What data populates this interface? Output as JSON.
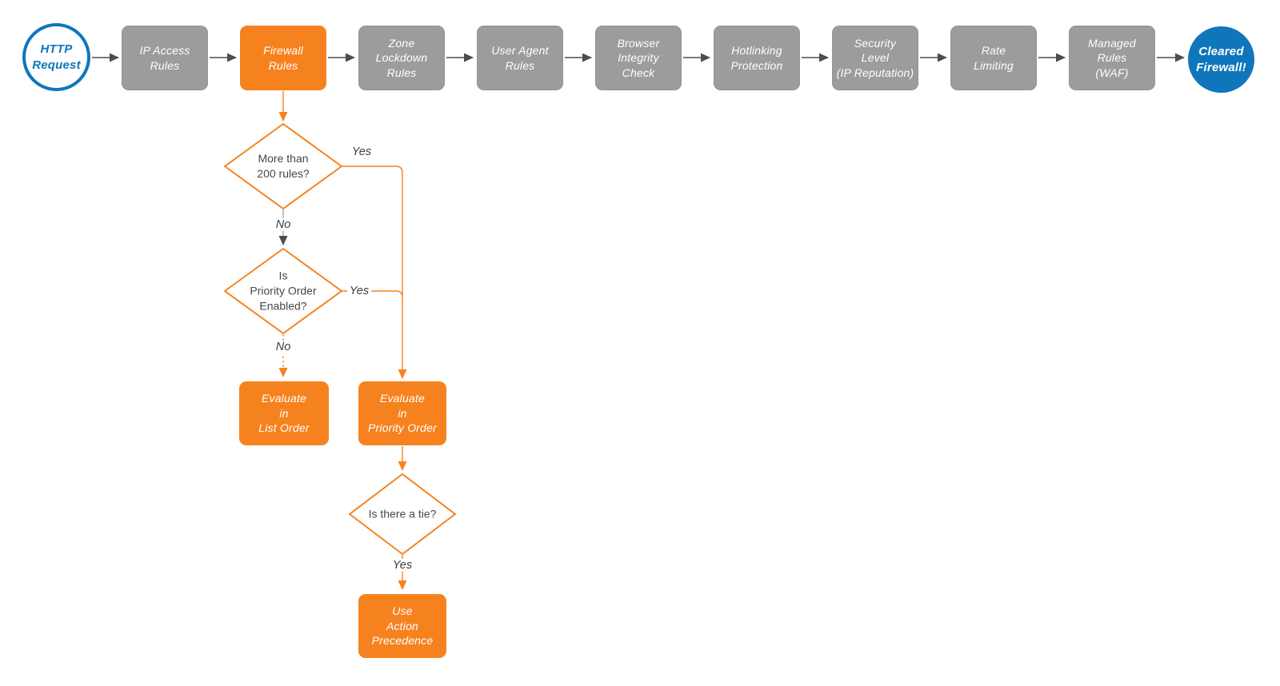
{
  "colors": {
    "orange": "#f6821f",
    "blue": "#0f76bc",
    "node_gray": "#9c9c9c",
    "node_gray_border": "#8b8b8b",
    "edge_gray": "#4d4d4d",
    "edge_gray_light": "#a9a9a9",
    "edge_label_text": "#3d3d3d",
    "decision_text": "#474747",
    "background": "#ffffff"
  },
  "nodes": {
    "http_request": {
      "label": "HTTP\nRequest"
    },
    "ip_access": {
      "label": "IP Access\nRules"
    },
    "firewall": {
      "label": "Firewall\nRules"
    },
    "zone_lockdown": {
      "label": "Zone\nLockdown\nRules"
    },
    "user_agent": {
      "label": "User Agent\nRules"
    },
    "browser_integrity": {
      "label": "Browser\nIntegrity\nCheck"
    },
    "hotlinking": {
      "label": "Hotlinking\nProtection"
    },
    "security_level": {
      "label": "Security\nLevel\n(IP Reputation)"
    },
    "rate_limiting": {
      "label": "Rate\nLimiting"
    },
    "managed_rules": {
      "label": "Managed\nRules\n(WAF)"
    },
    "cleared_firewall": {
      "label": "Cleared\nFirewall!"
    }
  },
  "decisions": {
    "more_than_200": {
      "label": "More than\n200 rules?"
    },
    "priority_enabled": {
      "label": "Is\nPriority Order\nEnabled?"
    },
    "tie": {
      "label": "Is there a tie?"
    }
  },
  "actions": {
    "evaluate_list": {
      "label": "Evaluate\nin\nList Order"
    },
    "evaluate_priority": {
      "label": "Evaluate\nin\nPriority Order"
    },
    "action_precedence": {
      "label": "Use\nAction\nPrecedence"
    }
  },
  "edge_labels": {
    "more_200_yes": "Yes",
    "more_200_no": "No",
    "priority_yes": "Yes",
    "priority_no": "No",
    "tie_yes": "Yes"
  }
}
